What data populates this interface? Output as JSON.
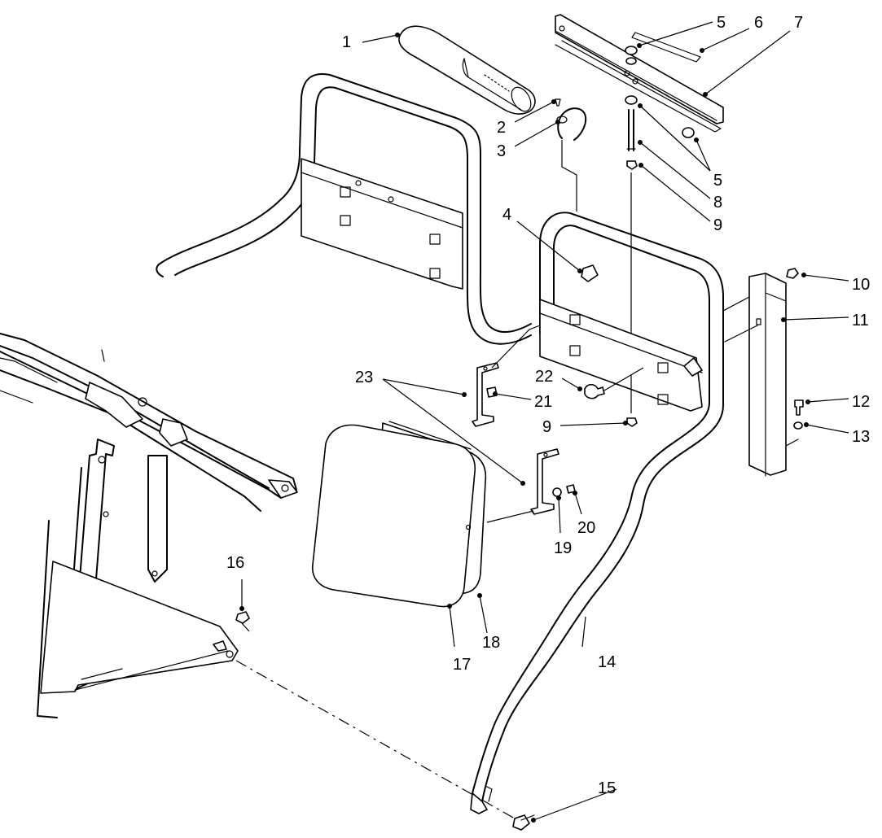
{
  "callouts": [
    {
      "id": "c1",
      "label": "1"
    },
    {
      "id": "c2",
      "label": "2"
    },
    {
      "id": "c3",
      "label": "3"
    },
    {
      "id": "c4",
      "label": "4"
    },
    {
      "id": "c5a",
      "label": "5"
    },
    {
      "id": "c5b",
      "label": "5"
    },
    {
      "id": "c6",
      "label": "6"
    },
    {
      "id": "c7",
      "label": "7"
    },
    {
      "id": "c8",
      "label": "8"
    },
    {
      "id": "c9a",
      "label": "9"
    },
    {
      "id": "c9b",
      "label": "9"
    },
    {
      "id": "c10",
      "label": "10"
    },
    {
      "id": "c11",
      "label": "11"
    },
    {
      "id": "c12",
      "label": "12"
    },
    {
      "id": "c13",
      "label": "13"
    },
    {
      "id": "c14",
      "label": "14"
    },
    {
      "id": "c15",
      "label": "15"
    },
    {
      "id": "c16",
      "label": "16"
    },
    {
      "id": "c17",
      "label": "17"
    },
    {
      "id": "c18",
      "label": "18"
    },
    {
      "id": "c19",
      "label": "19"
    },
    {
      "id": "c20",
      "label": "20"
    },
    {
      "id": "c21",
      "label": "21"
    },
    {
      "id": "c22",
      "label": "22"
    },
    {
      "id": "c23",
      "label": "23"
    }
  ]
}
